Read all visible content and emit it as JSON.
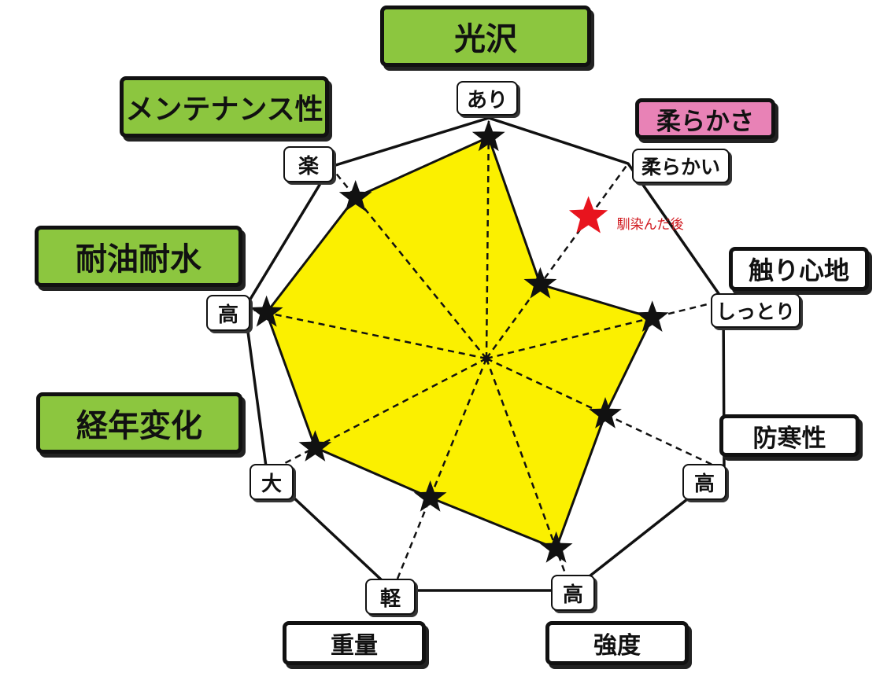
{
  "chart_data": {
    "type": "radar",
    "center_marker": true,
    "max": 10,
    "axes": [
      {
        "category": "光沢",
        "end_label": "あり",
        "category_style": "green",
        "value": 9.2
      },
      {
        "category": "柔らかさ",
        "end_label": "柔らかい",
        "category_style": "pink",
        "value": 3.8
      },
      {
        "category": "触り心地",
        "end_label": "しっとり",
        "category_style": "white",
        "value": 7.0
      },
      {
        "category": "防寒性",
        "end_label": "高",
        "category_style": "white",
        "value": 5.0
      },
      {
        "category": "強度",
        "end_label": "高",
        "category_style": "white",
        "value": 8.2
      },
      {
        "category": "重量",
        "end_label": "軽",
        "category_style": "white",
        "value": 6.0
      },
      {
        "category": "経年変化",
        "end_label": "大",
        "category_style": "green",
        "value": 7.8
      },
      {
        "category": "耐油耐水",
        "end_label": "高",
        "category_style": "green",
        "value": 9.1
      },
      {
        "category": "メンテナンス性",
        "end_label": "楽",
        "category_style": "green",
        "value": 8.4
      }
    ],
    "series": [
      {
        "values": [
          9.2,
          3.8,
          7.0,
          5.0,
          8.2,
          6.0,
          7.8,
          9.1,
          8.4
        ]
      }
    ],
    "annotation": {
      "axis": "柔らかさ",
      "value": 7.2,
      "text": "馴染んだ後",
      "color": "#e8141e"
    },
    "colors": {
      "fill": "#fbf000",
      "outline": "#111111",
      "green": "#8cc63f",
      "pink": "#e882b6"
    }
  }
}
